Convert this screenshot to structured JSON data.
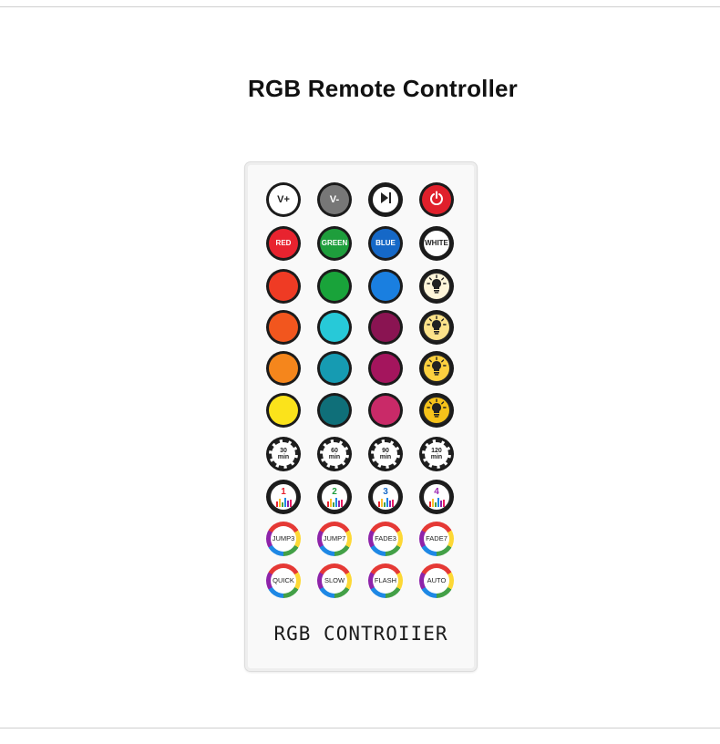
{
  "title": "RGB Remote Controller",
  "remote": {
    "brand_label": "RGB CONTROIIER",
    "rows": [
      [
        {
          "name": "volume-up-button",
          "kind": "icon-text",
          "label": "V+",
          "ring": "#1b1b1b",
          "face": "#ffffff",
          "text": "#222222"
        },
        {
          "name": "volume-down-button",
          "kind": "icon-text",
          "label": "V-",
          "ring": "#1b1b1b",
          "face": "#777777",
          "text": "#ffffff"
        },
        {
          "name": "play-pause-button",
          "kind": "play",
          "label": "",
          "ring": "#1b1b1b",
          "face": "#ffffff",
          "text": "#222222"
        },
        {
          "name": "power-button",
          "kind": "power",
          "label": "",
          "ring": "#1b1b1b",
          "face": "#e0202b",
          "text": "#ffffff"
        }
      ],
      [
        {
          "name": "red-button",
          "kind": "text",
          "label": "RED",
          "ring": "#1b1b1b",
          "face": "#e8232f",
          "text": "#ffffff"
        },
        {
          "name": "green-button",
          "kind": "text",
          "label": "GREEN",
          "ring": "#1b1b1b",
          "face": "#1e9e3c",
          "text": "#ffffff"
        },
        {
          "name": "blue-button",
          "kind": "text",
          "label": "BLUE",
          "ring": "#1b1b1b",
          "face": "#1568c7",
          "text": "#ffffff"
        },
        {
          "name": "white-button",
          "kind": "text",
          "label": "WHITE",
          "ring": "#1b1b1b",
          "face": "#ffffff",
          "text": "#222222"
        }
      ],
      [
        {
          "name": "color-button-orange-red",
          "kind": "color",
          "label": "",
          "ring": "#1b1b1b",
          "face": "#ef3b24"
        },
        {
          "name": "color-button-green",
          "kind": "color",
          "label": "",
          "ring": "#1b1b1b",
          "face": "#19a33a"
        },
        {
          "name": "color-button-azure",
          "kind": "color",
          "label": "",
          "ring": "#1b1b1b",
          "face": "#1a7fe0"
        },
        {
          "name": "brightness-button-1",
          "kind": "bulb",
          "label": "",
          "ring": "#1b1b1b",
          "face": "#fff6da"
        }
      ],
      [
        {
          "name": "color-button-orange",
          "kind": "color",
          "label": "",
          "ring": "#1b1b1b",
          "face": "#f2561e"
        },
        {
          "name": "color-button-cyan",
          "kind": "color",
          "label": "",
          "ring": "#1b1b1b",
          "face": "#27c9d8"
        },
        {
          "name": "color-button-plum",
          "kind": "color",
          "label": "",
          "ring": "#1b1b1b",
          "face": "#8a1452"
        },
        {
          "name": "brightness-button-2",
          "kind": "bulb",
          "label": "",
          "ring": "#1b1b1b",
          "face": "#fde38a"
        }
      ],
      [
        {
          "name": "color-button-amber",
          "kind": "color",
          "label": "",
          "ring": "#1b1b1b",
          "face": "#f5861c"
        },
        {
          "name": "color-button-teal",
          "kind": "color",
          "label": "",
          "ring": "#1b1b1b",
          "face": "#169bb2"
        },
        {
          "name": "color-button-magenta",
          "kind": "color",
          "label": "",
          "ring": "#1b1b1b",
          "face": "#a4155d"
        },
        {
          "name": "brightness-button-3",
          "kind": "bulb",
          "label": "",
          "ring": "#1b1b1b",
          "face": "#fcd03f"
        }
      ],
      [
        {
          "name": "color-button-yellow",
          "kind": "color",
          "label": "",
          "ring": "#1b1b1b",
          "face": "#fbe31b"
        },
        {
          "name": "color-button-dark-teal",
          "kind": "color",
          "label": "",
          "ring": "#1b1b1b",
          "face": "#0f6f79"
        },
        {
          "name": "color-button-pink",
          "kind": "color",
          "label": "",
          "ring": "#1b1b1b",
          "face": "#c92a68"
        },
        {
          "name": "brightness-button-4",
          "kind": "bulb",
          "label": "",
          "ring": "#1b1b1b",
          "face": "#f6c21a"
        }
      ],
      [
        {
          "name": "timer-30-button",
          "kind": "timer",
          "label": "30\nmin",
          "ring": "#1b1b1b",
          "face": "#ffffff"
        },
        {
          "name": "timer-60-button",
          "kind": "timer",
          "label": "60\nmin",
          "ring": "#1b1b1b",
          "face": "#ffffff"
        },
        {
          "name": "timer-90-button",
          "kind": "timer",
          "label": "90\nmin",
          "ring": "#1b1b1b",
          "face": "#ffffff"
        },
        {
          "name": "timer-120-button",
          "kind": "timer",
          "label": "120\nmin",
          "ring": "#1b1b1b",
          "face": "#ffffff"
        }
      ],
      [
        {
          "name": "music-mode-1-button",
          "kind": "music",
          "label": "1",
          "ring": "#1b1b1b",
          "face": "#ffffff",
          "text": "#e8232f"
        },
        {
          "name": "music-mode-2-button",
          "kind": "music",
          "label": "2",
          "ring": "#1b1b1b",
          "face": "#ffffff",
          "text": "#1e9e3c"
        },
        {
          "name": "music-mode-3-button",
          "kind": "music",
          "label": "3",
          "ring": "#1b1b1b",
          "face": "#ffffff",
          "text": "#1568c7"
        },
        {
          "name": "music-mode-4-button",
          "kind": "music",
          "label": "4",
          "ring": "#1b1b1b",
          "face": "#ffffff",
          "text": "#9c27b0"
        }
      ],
      [
        {
          "name": "jump3-button",
          "kind": "fx",
          "label": "JUMP3"
        },
        {
          "name": "jump7-button",
          "kind": "fx",
          "label": "JUMP7"
        },
        {
          "name": "fade3-button",
          "kind": "fx",
          "label": "FADE3"
        },
        {
          "name": "fade7-button",
          "kind": "fx",
          "label": "FADE7"
        }
      ],
      [
        {
          "name": "quick-button",
          "kind": "fx",
          "label": "QUICK"
        },
        {
          "name": "slow-button",
          "kind": "fx",
          "label": "SLOW"
        },
        {
          "name": "flash-button",
          "kind": "fx",
          "label": "FLASH"
        },
        {
          "name": "auto-button",
          "kind": "fx",
          "label": "AUTO"
        }
      ]
    ]
  }
}
